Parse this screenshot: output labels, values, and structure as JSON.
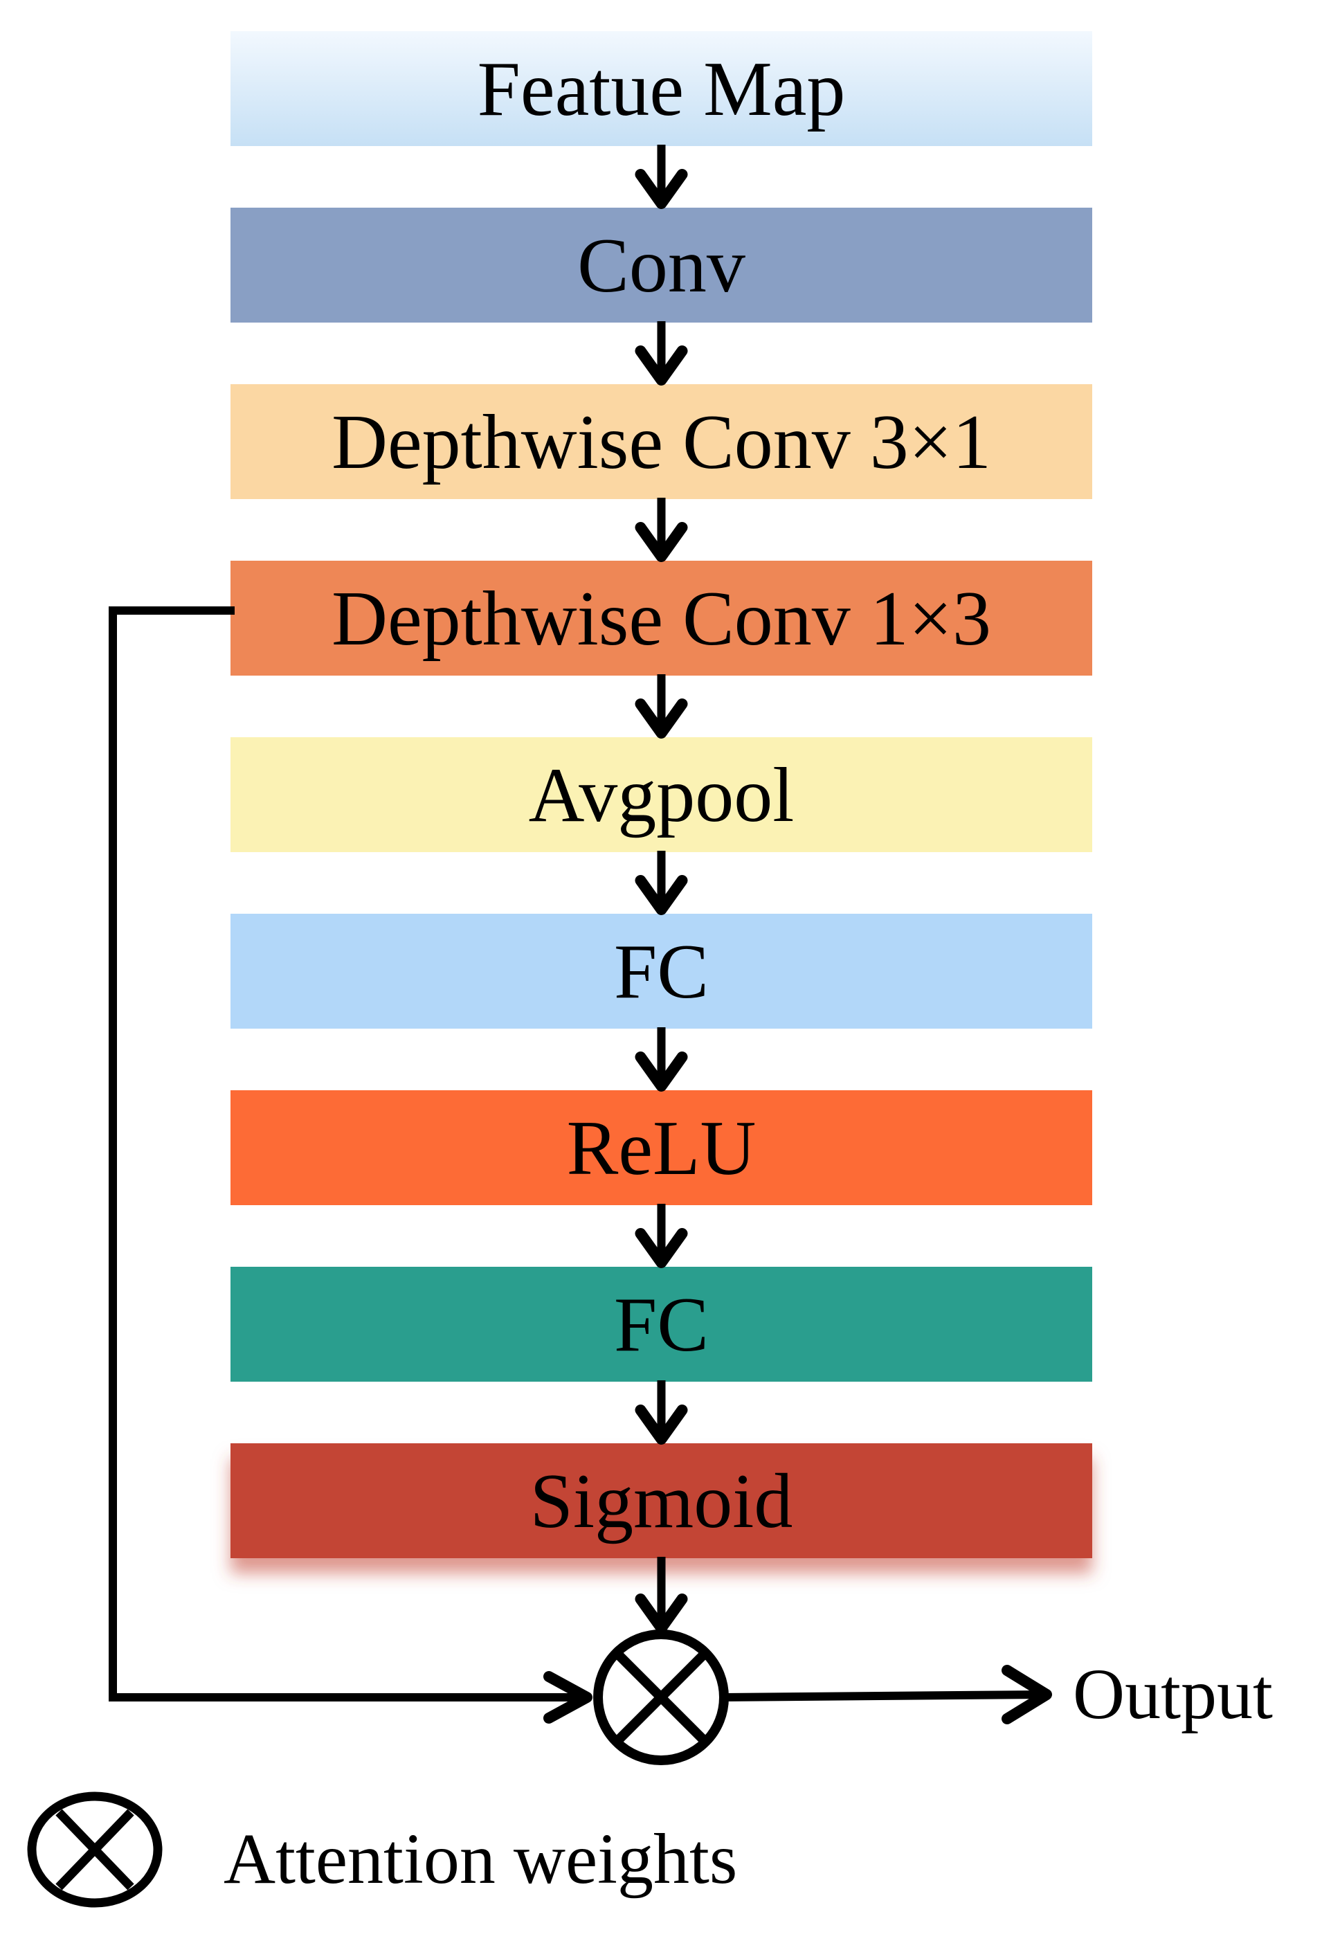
{
  "blocks": [
    {
      "id": "feature-map",
      "label": "Featue Map",
      "color": "#d3e8f7"
    },
    {
      "id": "conv",
      "label": "Conv",
      "color": "#899fc4"
    },
    {
      "id": "depthwise-3x1",
      "label": "Depthwise Conv 3×1",
      "color": "#fbd7a3"
    },
    {
      "id": "depthwise-1x3",
      "label": "Depthwise Conv 1×3",
      "color": "#ee8756"
    },
    {
      "id": "avgpool",
      "label": "Avgpool",
      "color": "#fbf2b4"
    },
    {
      "id": "fc-1",
      "label": "FC",
      "color": "#b2d7f9"
    },
    {
      "id": "relu",
      "label": "ReLU",
      "color": "#fd6b36"
    },
    {
      "id": "fc-2",
      "label": "FC",
      "color": "#2a9e8e"
    },
    {
      "id": "sigmoid",
      "label": "Sigmoid",
      "color": "#c34434"
    }
  ],
  "output_label": "Output",
  "legend": {
    "symbol": "otimes-icon",
    "label": "Attention weights"
  }
}
